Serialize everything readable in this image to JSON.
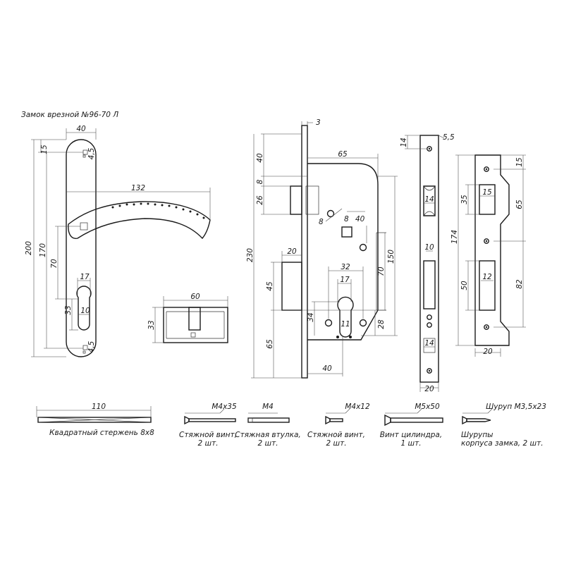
{
  "title": "Замок врезной №96-70 Л",
  "handle": {
    "d_40": "40",
    "d_15": "15",
    "d_4_5_top": "4,5",
    "d_132": "132",
    "d_200": "200",
    "d_170": "170",
    "d_70": "70",
    "d_17": "17",
    "d_33": "33",
    "d_10": "10",
    "d_4_5_bot": "4,5"
  },
  "cylinder": {
    "d_60": "60",
    "d_33": "33"
  },
  "lock": {
    "d_3": "3",
    "d_65_top": "65",
    "d_40_left": "40",
    "d_8_left": "8",
    "d_26": "26",
    "d_230": "230",
    "d_8_a": "8",
    "d_8_b": "8",
    "d_40_r": "40",
    "d_20": "20",
    "d_32": "32",
    "d_45": "45",
    "d_17": "17",
    "d_70": "70",
    "d_150": "150",
    "d_34": "34",
    "d_11": "11",
    "d_28": "28",
    "d_65_bot": "65",
    "d_40_bot": "40"
  },
  "faceplate": {
    "d_5_5": "5,5",
    "d_14_top": "14",
    "d_14_a": "14",
    "d_10": "10",
    "d_14_b": "14",
    "d_20": "20"
  },
  "strike": {
    "d_15_top": "15",
    "d_15": "15",
    "d_35": "35",
    "d_65": "65",
    "d_174": "174",
    "d_50": "50",
    "d_12": "12",
    "d_82": "82",
    "d_20": "20"
  },
  "parts": [
    {
      "spec": "110",
      "caption1": "Квадратный стержень 8х8",
      "caption2": ""
    },
    {
      "spec": "M4x35",
      "caption1": "Стяжной винт,",
      "caption2": "2 шт."
    },
    {
      "spec": "M4",
      "caption1": "Стяжная втулка,",
      "caption2": "2 шт."
    },
    {
      "spec": "M4x12",
      "caption1": "Стяжной винт,",
      "caption2": "2 шт."
    },
    {
      "spec": "M5x50",
      "caption1": "Винт цилиндра,",
      "caption2": "1 шт."
    },
    {
      "spec": "Шуруп М3,5х23",
      "caption1": "Шурупы",
      "caption2": "корпуса замка, 2 шт."
    }
  ]
}
